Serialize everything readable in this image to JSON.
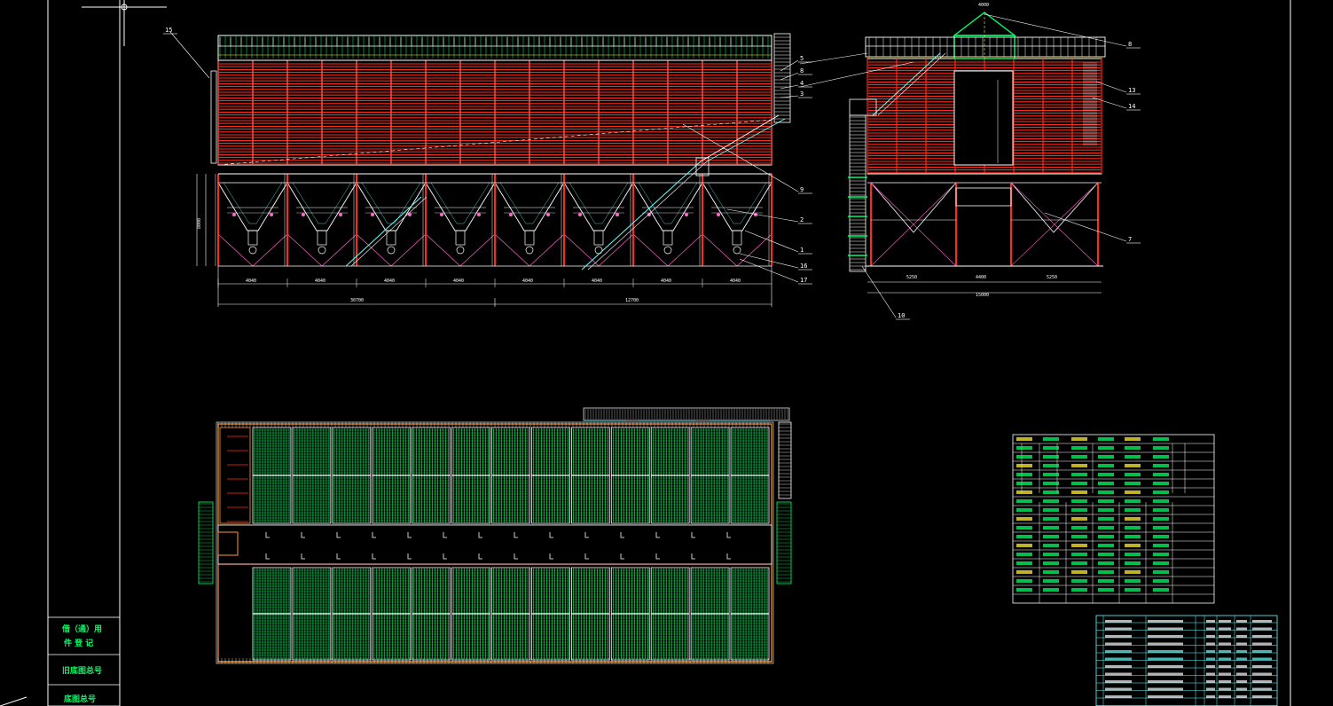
{
  "palette": {
    "background": "#000000",
    "casing_red": "#ff2a1a",
    "frame_white": "#ffffff",
    "green": "#00ff66",
    "pink": "#ff66cc",
    "cyan": "#66ffff",
    "yellow": "#ffee33",
    "orange": "#ff9933"
  },
  "front_view": {
    "callouts": [
      "15",
      "9",
      "5",
      "8",
      "4",
      "3",
      "2",
      "1",
      "16",
      "17"
    ],
    "bottom_spacings": [
      "4040",
      "4040",
      "4040",
      "4040",
      "4040",
      "4040",
      "4040",
      "4040"
    ],
    "overall_left": "30700",
    "overall_right": "12700",
    "height_dim": "8000"
  },
  "side_view": {
    "callouts": [
      "8",
      "13",
      "14",
      "7",
      "10"
    ],
    "top_dim": "4000",
    "bottom_dims": [
      "5250",
      "4400",
      "5250"
    ],
    "overall": "15000"
  },
  "signature_block": {
    "row1": "借（通）用",
    "row2": "件 登 记",
    "row3": "旧底图总号",
    "row4": "底图总号"
  }
}
